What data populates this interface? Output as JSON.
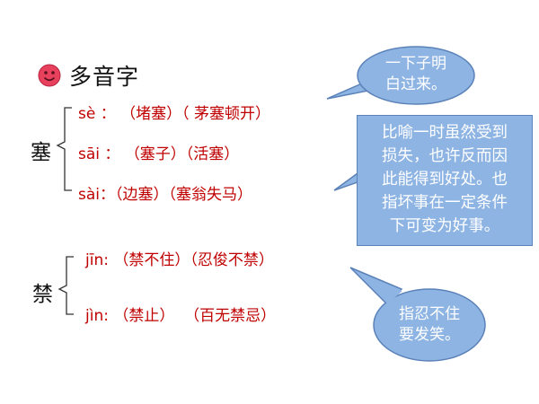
{
  "title": "多音字",
  "colors": {
    "pinyin_text": "#c00000",
    "callout_fill": "#8eb4e3",
    "callout_stroke": "#5b82b8",
    "smiley": "#e8415e"
  },
  "groups": [
    {
      "char": "塞",
      "readings": [
        {
          "pinyin": "sè",
          "sep": " ：",
          "words": "（堵塞）（ 茅塞顿开）"
        },
        {
          "pinyin": "sāi",
          "sep": " ：",
          "words": "（塞子）（活塞）"
        },
        {
          "pinyin": "sài",
          "sep": "：",
          "words": "（边塞）（塞翁失马）"
        }
      ]
    },
    {
      "char": "禁",
      "readings": [
        {
          "pinyin": "jīn",
          "sep": ":",
          "words": "（禁不住）（忍俊不禁）"
        },
        {
          "pinyin": "jìn",
          "sep": ":",
          "words": "（禁止）  （百无禁忌）"
        }
      ]
    }
  ],
  "callouts": {
    "top": [
      "一下子明",
      "白过来。"
    ],
    "rect": [
      "比喻一时虽然受到",
      "损失，也许反而因",
      "此能得到好处。也",
      "指坏事在一定条件",
      "下可变为好事。"
    ],
    "bottom": [
      "指忍不住",
      "要发笑。"
    ]
  }
}
